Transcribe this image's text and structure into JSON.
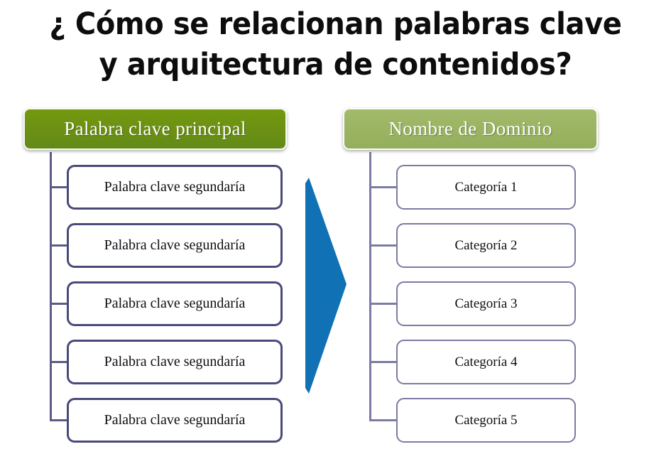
{
  "slide": {
    "background_color": "#ffffff",
    "title": {
      "line1": "¿ Cómo se relacionan palabras clave",
      "line2": "y arquitectura de contenidos?",
      "color": "#0d0d0d"
    },
    "colors": {
      "header_left_green": "#6d9415",
      "header_right_green": "#9bb563",
      "node_left_border": "#4a4a79",
      "node_right_border": "#7b7ba3",
      "arrow_blue": "#1071b5",
      "connector": "#5b5b86"
    },
    "left_branch": {
      "header": "Palabra clave principal",
      "nodes": [
        "Palabra clave segundaría",
        "Palabra clave segundaría",
        "Palabra clave segundaría",
        "Palabra clave segundaría",
        "Palabra clave segundaría"
      ]
    },
    "right_branch": {
      "header": "Nombre de Dominio",
      "nodes": [
        "Categoría 1",
        "Categoría 2",
        "Categoría 3",
        "Categoría 4",
        "Categoría 5"
      ]
    },
    "arrow": {
      "icon": "right-arrow-icon",
      "direction": "right",
      "color": "#1071b5"
    }
  }
}
